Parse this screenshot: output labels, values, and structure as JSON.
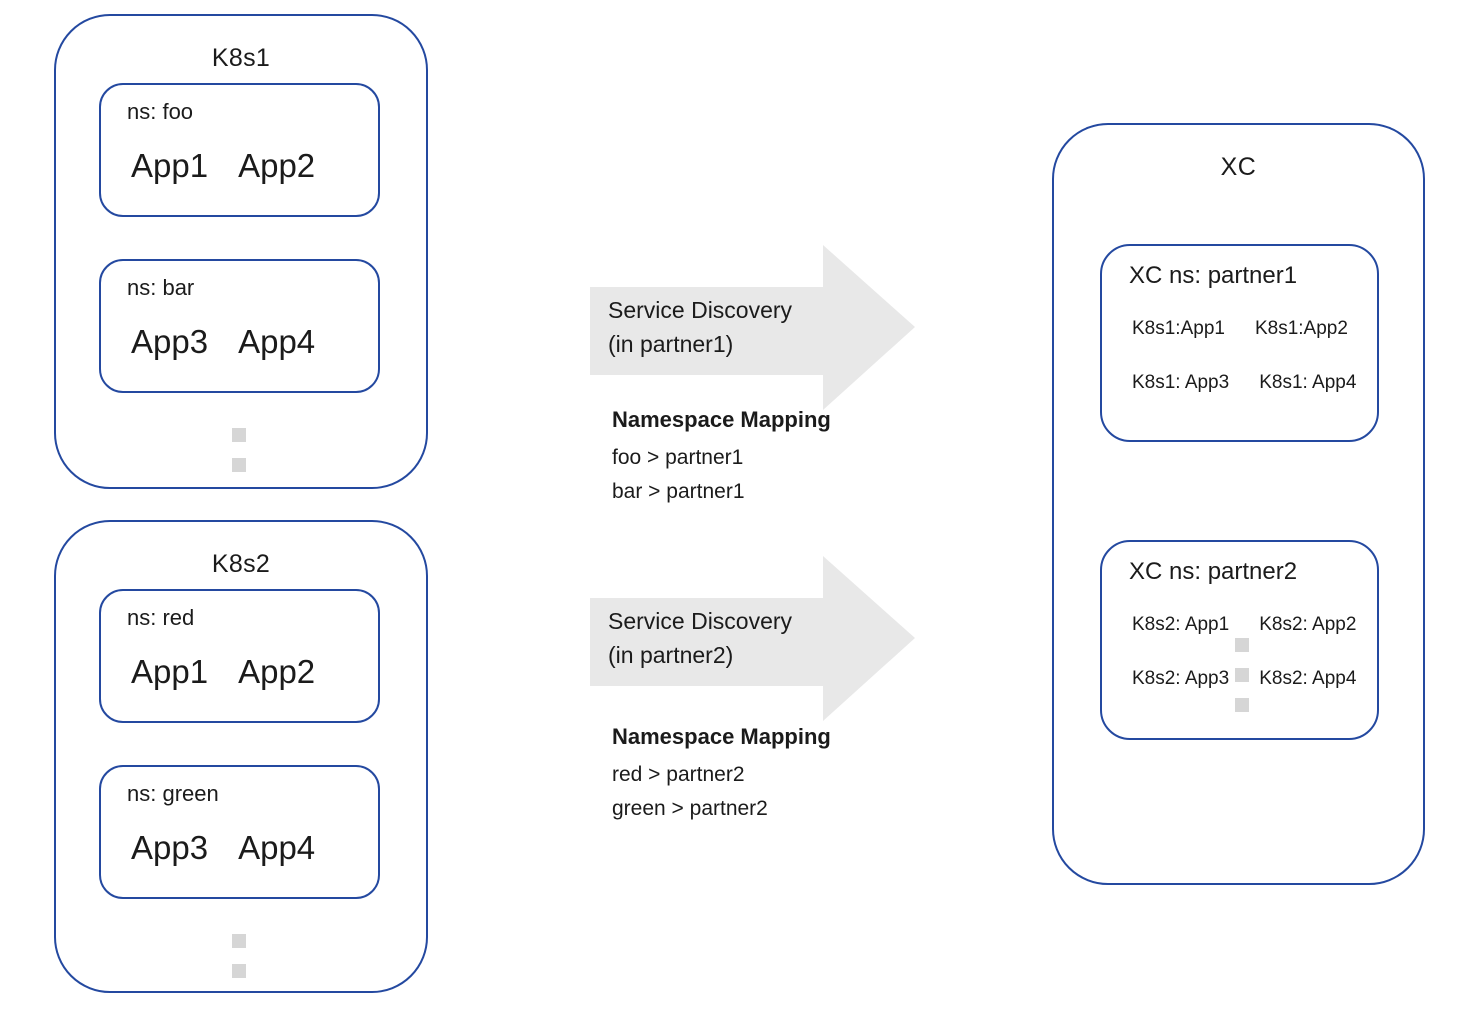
{
  "colors": {
    "border_blue": "#2449a0",
    "arrow_gray": "#e8e8e8",
    "ellipsis_gray": "#d6d6d6",
    "text": "#1b1b1b"
  },
  "clusters": [
    {
      "title": "K8s1",
      "namespaces": [
        {
          "label": "ns: foo",
          "apps": [
            "App1",
            "App2"
          ]
        },
        {
          "label": "ns: bar",
          "apps": [
            "App3",
            "App4"
          ]
        }
      ]
    },
    {
      "title": "K8s2",
      "namespaces": [
        {
          "label": "ns: red",
          "apps": [
            "App1",
            "App2"
          ]
        },
        {
          "label": "ns: green",
          "apps": [
            "App3",
            "App4"
          ]
        }
      ]
    }
  ],
  "flows": [
    {
      "arrow_label_line1": "Service Discovery",
      "arrow_label_line2": "(in partner1)",
      "mapping_title": "Namespace Mapping",
      "mappings": [
        "foo > partner1",
        "bar > partner1"
      ]
    },
    {
      "arrow_label_line1": "Service Discovery",
      "arrow_label_line2": "(in partner2)",
      "mapping_title": "Namespace Mapping",
      "mappings": [
        "red > partner2",
        "green > partner2"
      ]
    }
  ],
  "xc": {
    "title": "XC",
    "namespaces": [
      {
        "label": "XC ns: partner1",
        "rows": [
          [
            "K8s1:App1",
            "K8s1:App2"
          ],
          [
            "K8s1: App3",
            "K8s1: App4"
          ]
        ]
      },
      {
        "label": "XC ns: partner2",
        "rows": [
          [
            "K8s2: App1",
            "K8s2: App2"
          ],
          [
            "K8s2: App3",
            "K8s2: App4"
          ]
        ]
      }
    ]
  }
}
